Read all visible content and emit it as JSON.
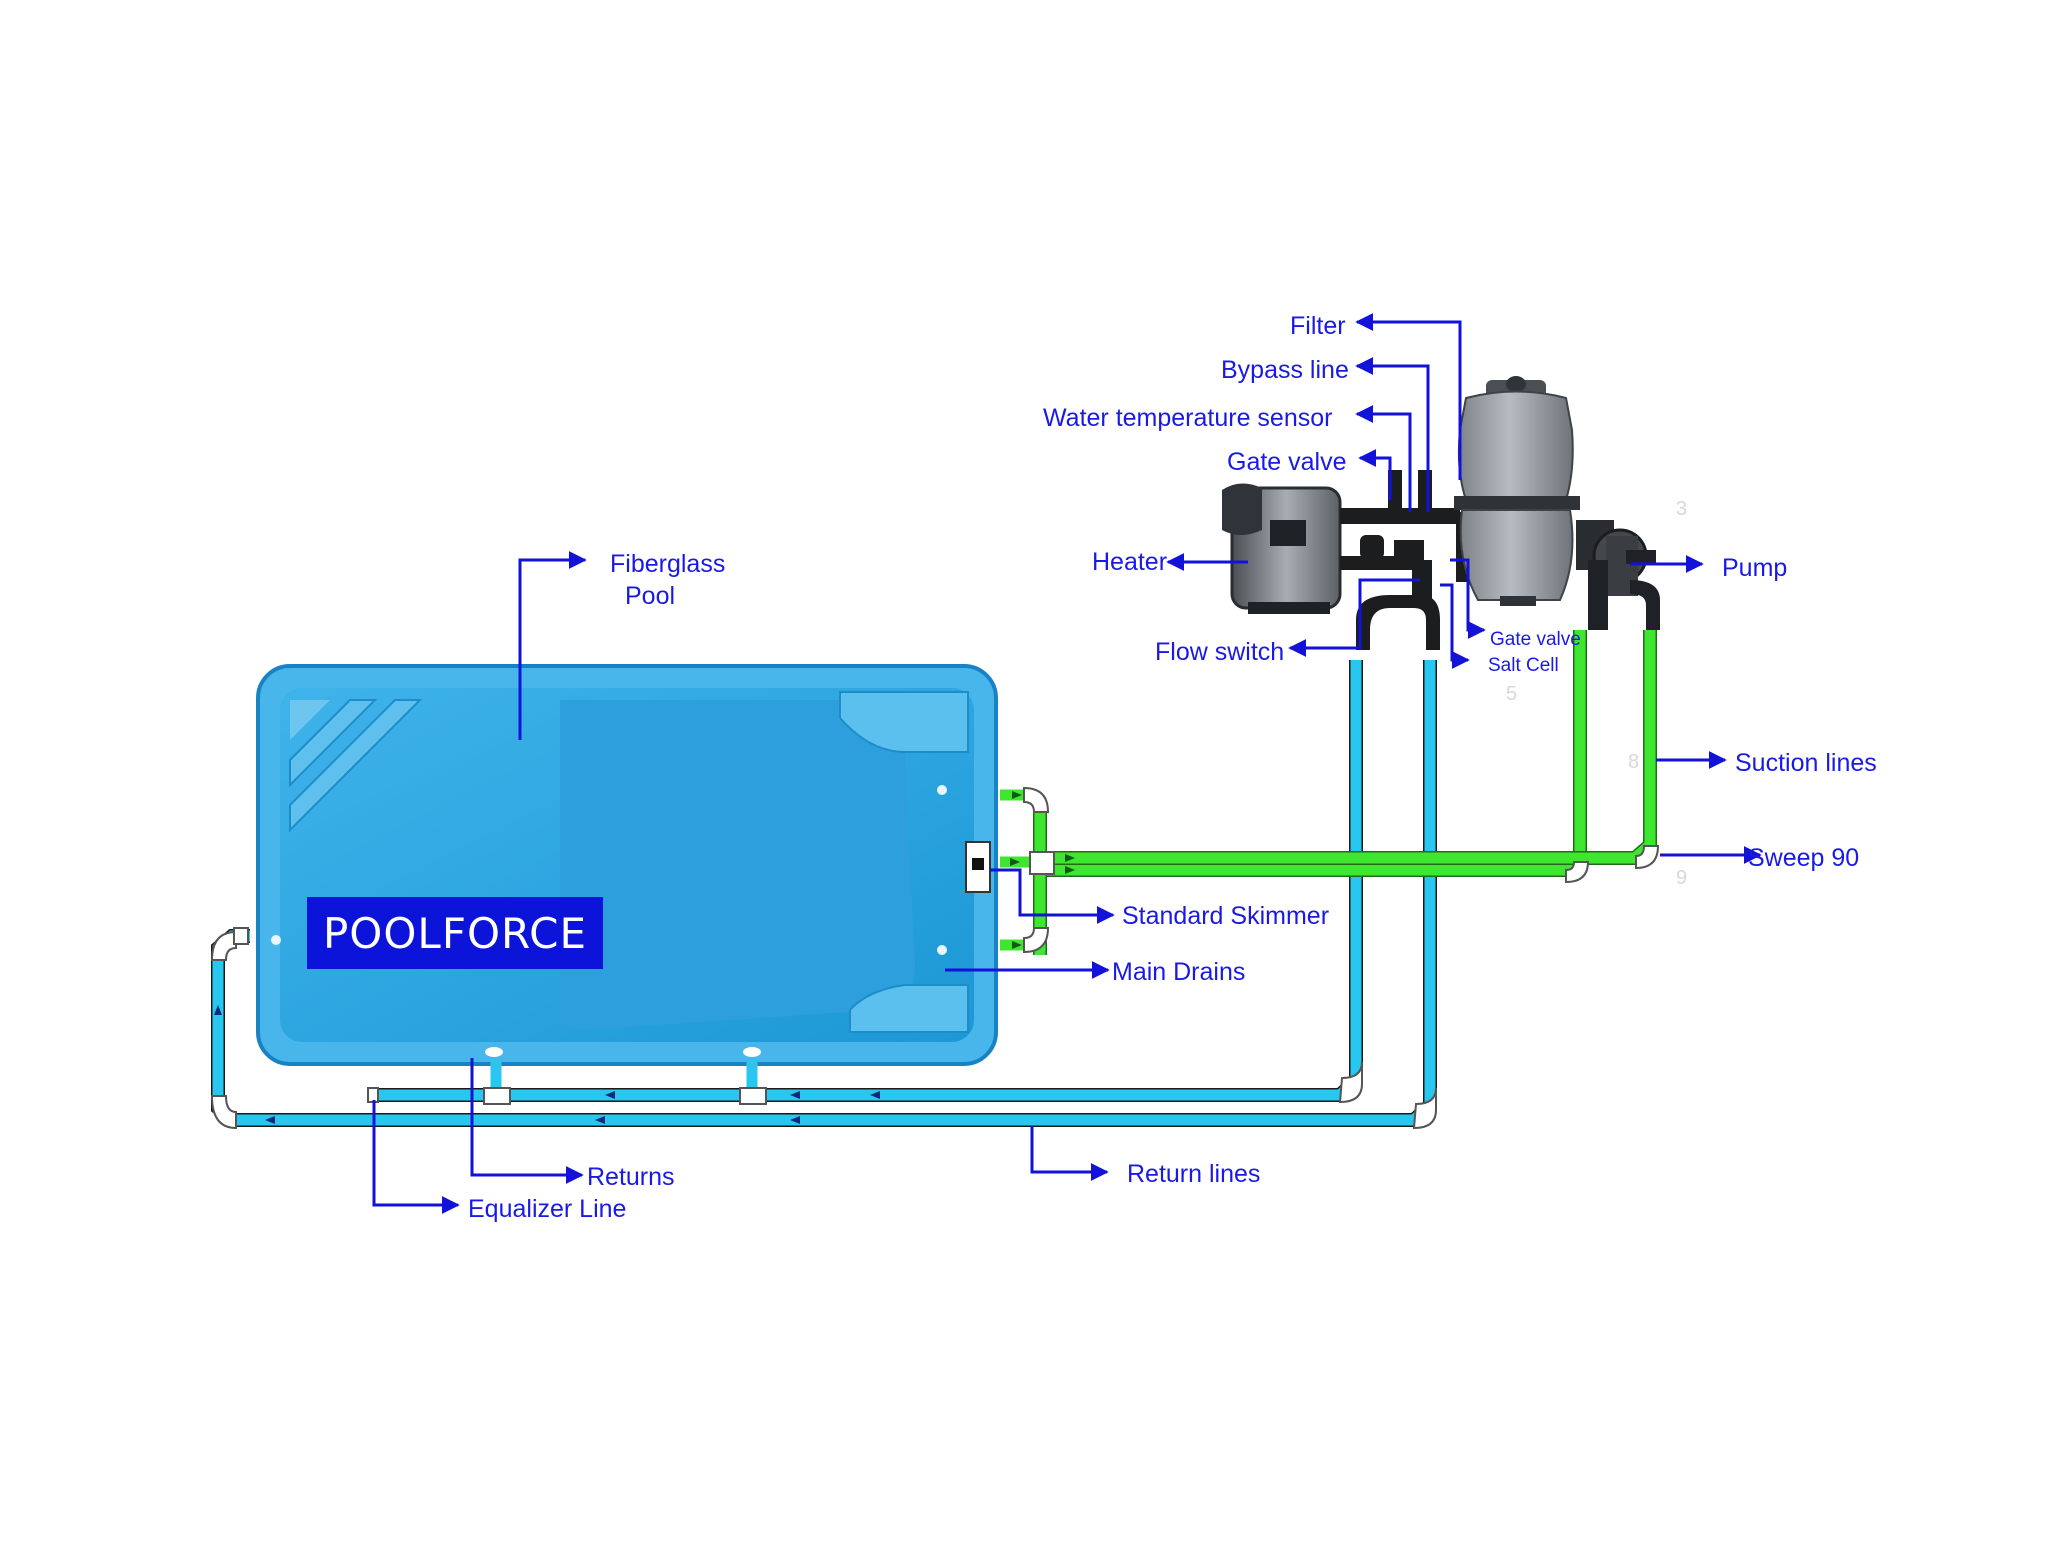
{
  "brand": {
    "logo_text": "POOLFORCE",
    "logo_bg": "#0b14d8"
  },
  "labels": {
    "fiberglass_pool_line1": "Fiberglass",
    "fiberglass_pool_line2": "Pool",
    "filter": "Filter",
    "bypass_line": "Bypass line",
    "water_temperature_sensor": "Water temperature sensor",
    "gate_valve_top": "Gate valve",
    "heater": "Heater",
    "flow_switch": "Flow switch",
    "gate_valve_small": "Gate valve",
    "salt_cell": "Salt Cell",
    "pump": "Pump",
    "suction_lines": "Suction lines",
    "sweep_90": "Sweep 90",
    "standard_skimmer": "Standard Skimmer",
    "main_drains": "Main Drains",
    "returns": "Returns",
    "equalizer_line": "Equalizer Line",
    "return_lines": "Return lines"
  },
  "markers": {
    "m3": "3",
    "m5": "5",
    "m8": "8",
    "m9": "9"
  },
  "colors": {
    "label": "#1a1ae6",
    "leader": "#1212d8",
    "return_pipe": "#28c7ef",
    "suction_pipe": "#3ee62f",
    "pool_body": "#27a9e1",
    "pool_rim": "#49b9ec",
    "equipment_grey": "#8c9196"
  },
  "icons": [
    "pool-shell-icon",
    "filter-tank-icon",
    "heater-icon",
    "pump-icon",
    "skimmer-icon",
    "elbow-fitting-icon",
    "flow-arrow-icon"
  ]
}
